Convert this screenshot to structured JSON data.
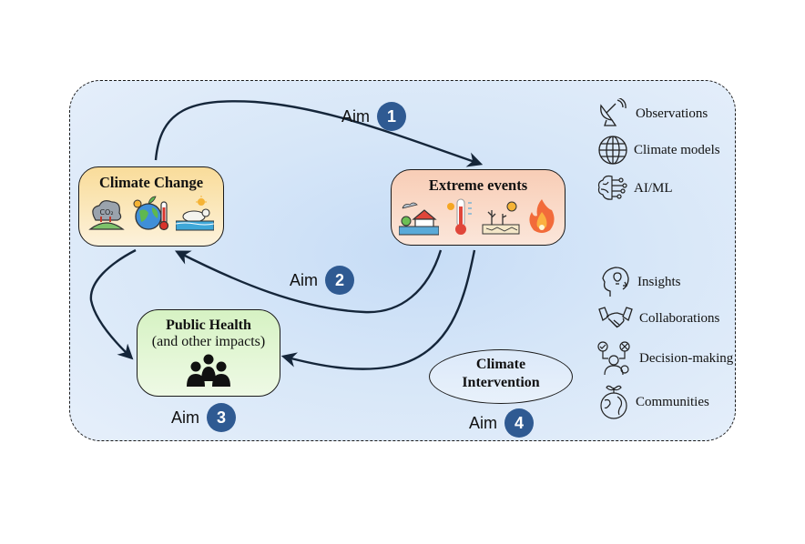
{
  "nodes": {
    "climate_change": {
      "title": "Climate Change",
      "icons": [
        "co2-cloud-icon",
        "earth-thermometer-icon",
        "polar-bear-icon"
      ]
    },
    "extreme_events": {
      "title": "Extreme events",
      "icons": [
        "flooded-house-icon",
        "heat-thermometer-icon",
        "drought-icon",
        "wildfire-icon"
      ]
    },
    "public_health": {
      "title": "Public Health",
      "subtitle": "(and other impacts)",
      "icons": [
        "people-group-icon"
      ]
    },
    "climate_intervention": {
      "title_line1": "Climate",
      "title_line2": "Intervention"
    }
  },
  "aims": [
    {
      "label": "Aim",
      "number": "1"
    },
    {
      "label": "Aim",
      "number": "2"
    },
    {
      "label": "Aim",
      "number": "3"
    },
    {
      "label": "Aim",
      "number": "4"
    }
  ],
  "methods_legend": [
    {
      "icon": "satellite-dish-icon",
      "label": "Observations"
    },
    {
      "icon": "globe-icon",
      "label": "Climate models"
    },
    {
      "icon": "ai-brain-icon",
      "label": "AI/ML"
    }
  ],
  "outcomes_legend": [
    {
      "icon": "insight-head-icon",
      "label": "Insights"
    },
    {
      "icon": "handshake-icon",
      "label": "Collaborations"
    },
    {
      "icon": "decision-making-icon",
      "label": "Decision-making"
    },
    {
      "icon": "earth-plant-icon",
      "label": "Communities"
    }
  ],
  "colors": {
    "aim_badge": "#2f5a92",
    "arrow": "#15263a",
    "climate_change_fill": "#f9dc9a",
    "extreme_events_fill": "#f8cdb6",
    "public_health_fill": "#d6f2c3",
    "intervention_fill": "#dce9f9"
  }
}
